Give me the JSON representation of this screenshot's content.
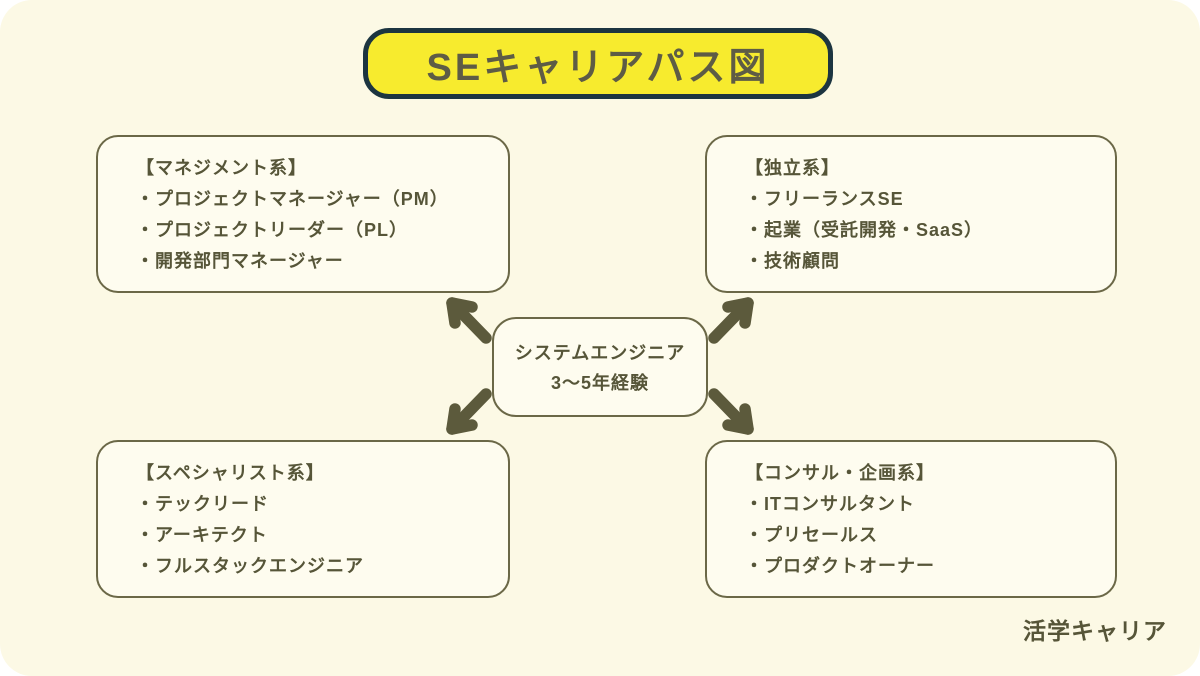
{
  "title": "SEキャリアパス図",
  "center": {
    "line1": "システムエンジニア",
    "line2": "3〜5年経験"
  },
  "boxes": {
    "management": {
      "heading": "【マネジメント系】",
      "items": [
        "・プロジェクトマネージャー（PM）",
        "・プロジェクトリーダー（PL）",
        "・開発部門マネージャー"
      ]
    },
    "independent": {
      "heading": "【独立系】",
      "items": [
        "・フリーランスSE",
        "・起業（受託開発・SaaS）",
        "・技術顧問"
      ]
    },
    "specialist": {
      "heading": "【スペシャリスト系】",
      "items": [
        "・テックリード",
        "・アーキテクト",
        "・フルスタックエンジニア"
      ]
    },
    "consulting": {
      "heading": "【コンサル・企画系】",
      "items": [
        "・ITコンサルタント",
        "・プリセールス",
        "・プロダクトオーナー"
      ]
    }
  },
  "brand": "活学キャリア",
  "colors": {
    "canvas_bg": "#FCF9E5",
    "box_bg": "#FEFCEF",
    "outline": "#6B6847",
    "text": "#565538",
    "arrow": "#5C5A3C",
    "title_bg": "#F7EB2E",
    "title_border": "#1C3540",
    "title_text": "#5E5C45"
  }
}
